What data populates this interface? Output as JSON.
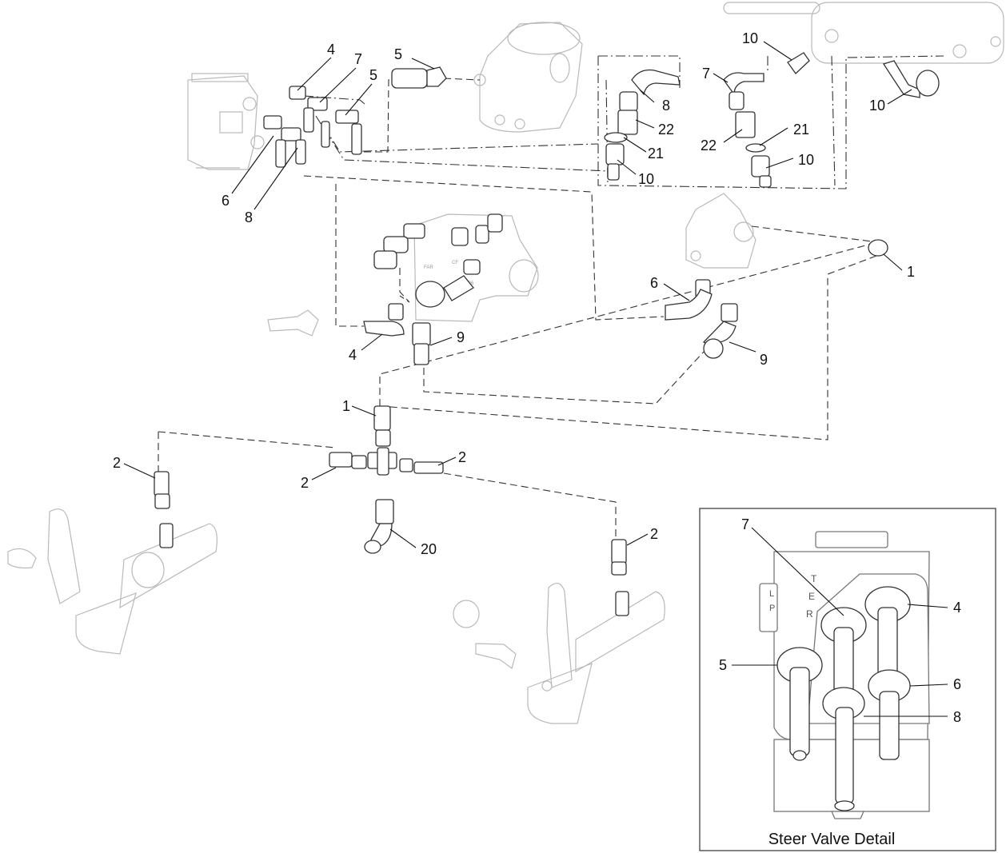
{
  "diagram": {
    "callouts": [
      {
        "id": "c1",
        "label": "4"
      },
      {
        "id": "c2",
        "label": "7"
      },
      {
        "id": "c3",
        "label": "5"
      },
      {
        "id": "c4",
        "label": "5"
      },
      {
        "id": "c5",
        "label": "6"
      },
      {
        "id": "c6",
        "label": "8"
      },
      {
        "id": "c7",
        "label": "10"
      },
      {
        "id": "c8",
        "label": "7"
      },
      {
        "id": "c9",
        "label": "8"
      },
      {
        "id": "c10",
        "label": "22"
      },
      {
        "id": "c11",
        "label": "21"
      },
      {
        "id": "c12",
        "label": "10"
      },
      {
        "id": "c13",
        "label": "21"
      },
      {
        "id": "c14",
        "label": "22"
      },
      {
        "id": "c15",
        "label": "10"
      },
      {
        "id": "c16",
        "label": "10"
      },
      {
        "id": "c17",
        "label": "1"
      },
      {
        "id": "c18",
        "label": "6"
      },
      {
        "id": "c19",
        "label": "9"
      },
      {
        "id": "c20",
        "label": "4"
      },
      {
        "id": "c21",
        "label": "9"
      },
      {
        "id": "c22",
        "label": "1"
      },
      {
        "id": "c23",
        "label": "2"
      },
      {
        "id": "c24",
        "label": "2"
      },
      {
        "id": "c25",
        "label": "2"
      },
      {
        "id": "c26",
        "label": "20"
      },
      {
        "id": "c27",
        "label": "2"
      },
      {
        "id": "c28",
        "label": "7"
      },
      {
        "id": "c29",
        "label": "4"
      },
      {
        "id": "c30",
        "label": "5"
      },
      {
        "id": "c31",
        "label": "6"
      },
      {
        "id": "c32",
        "label": "8"
      }
    ],
    "valve_port_letters": [
      "T",
      "E",
      "R"
    ],
    "valve_side_letters": [
      "L",
      "P"
    ],
    "manifold_text": [
      "FAR",
      "CF",
      "P6"
    ],
    "inset_caption": "Steer Valve Detail"
  }
}
